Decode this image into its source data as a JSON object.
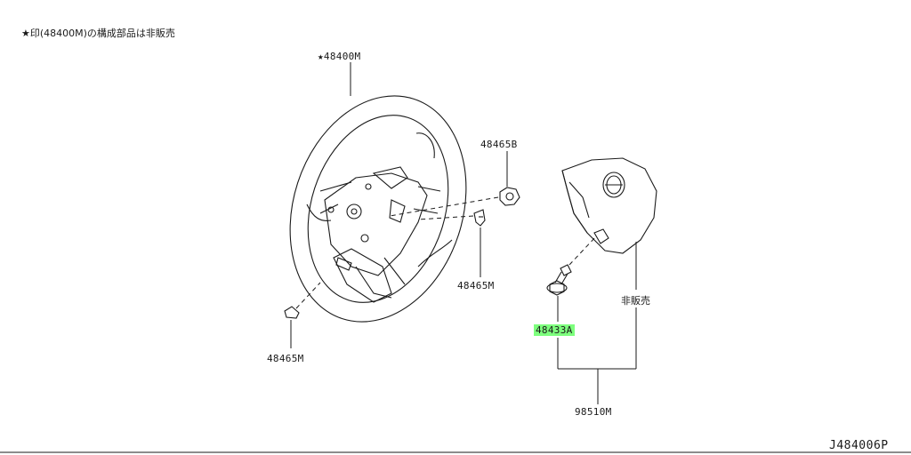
{
  "header_note": "★印(48400M)の構成部品は非販売",
  "labels": {
    "wheel": "★48400M",
    "nut": "48465B",
    "clip_right": "48465M",
    "clip_left": "48465M",
    "bolt": "48433A",
    "not_sold": "非販売",
    "assembly": "98510M"
  },
  "footer_code": "J484006P",
  "highlight_color": "#7dff7d"
}
